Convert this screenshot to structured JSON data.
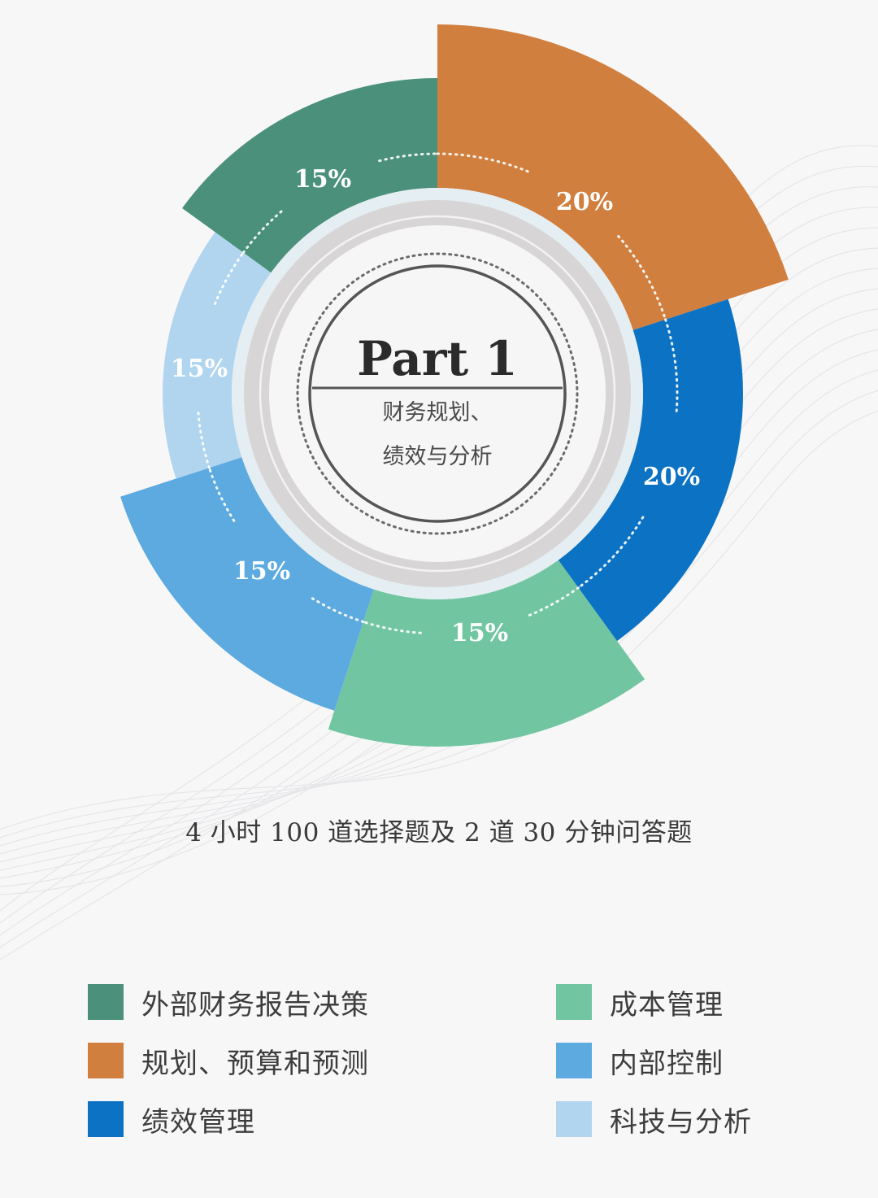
{
  "colors": {
    "background": "#f8f7f8",
    "external_reporting": "#4a907a",
    "planning_budgeting": "#d17f3e",
    "performance_mgmt": "#0c72c3",
    "cost_mgmt": "#71c6a1",
    "internal_controls": "#5caae0",
    "technology_analytics": "#b1d5ee"
  },
  "center": {
    "title": "Part 1",
    "subtitle_line1": "财务规划、",
    "subtitle_line2": "绩效与分析"
  },
  "exam_info": "4 小时 100 道选择题及 2 道 30 分钟问答题",
  "legend": [
    {
      "label": "外部财务报告决策",
      "color": "#4a907a"
    },
    {
      "label": "规划、预算和预测",
      "color": "#d17f3e"
    },
    {
      "label": "绩效管理",
      "color": "#0c72c3"
    },
    {
      "label": "成本管理",
      "color": "#71c6a1"
    },
    {
      "label": "内部控制",
      "color": "#5caae0"
    },
    {
      "label": "科技与分析",
      "color": "#b1d5ee"
    }
  ],
  "segments": [
    {
      "name": "规划、预算和预测",
      "label": "20%"
    },
    {
      "name": "绩效管理",
      "label": "20%"
    },
    {
      "name": "成本管理",
      "label": "15%"
    },
    {
      "name": "内部控制",
      "label": "15%"
    },
    {
      "name": "科技与分析",
      "label": "15%"
    },
    {
      "name": "外部财务报告决策",
      "label": "15%"
    }
  ],
  "chart_data": {
    "type": "pie",
    "subtype": "variable-radius donut (nightingale-style)",
    "title": "Part 1 财务规划、绩效与分析",
    "categories": [
      "规划、预算和预测",
      "绩效管理",
      "成本管理",
      "内部控制",
      "科技与分析",
      "外部财务报告决策"
    ],
    "values": [
      20,
      20,
      15,
      15,
      15,
      15
    ],
    "unit": "%",
    "colors": [
      "#d17f3e",
      "#0c72c3",
      "#71c6a1",
      "#5caae0",
      "#b1d5ee",
      "#4a907a"
    ],
    "start_angle_deg": 0,
    "direction": "clockwise",
    "legend_position": "bottom",
    "annotation": "4 小时 100 道选择题及 2 道 30 分钟问答题"
  }
}
